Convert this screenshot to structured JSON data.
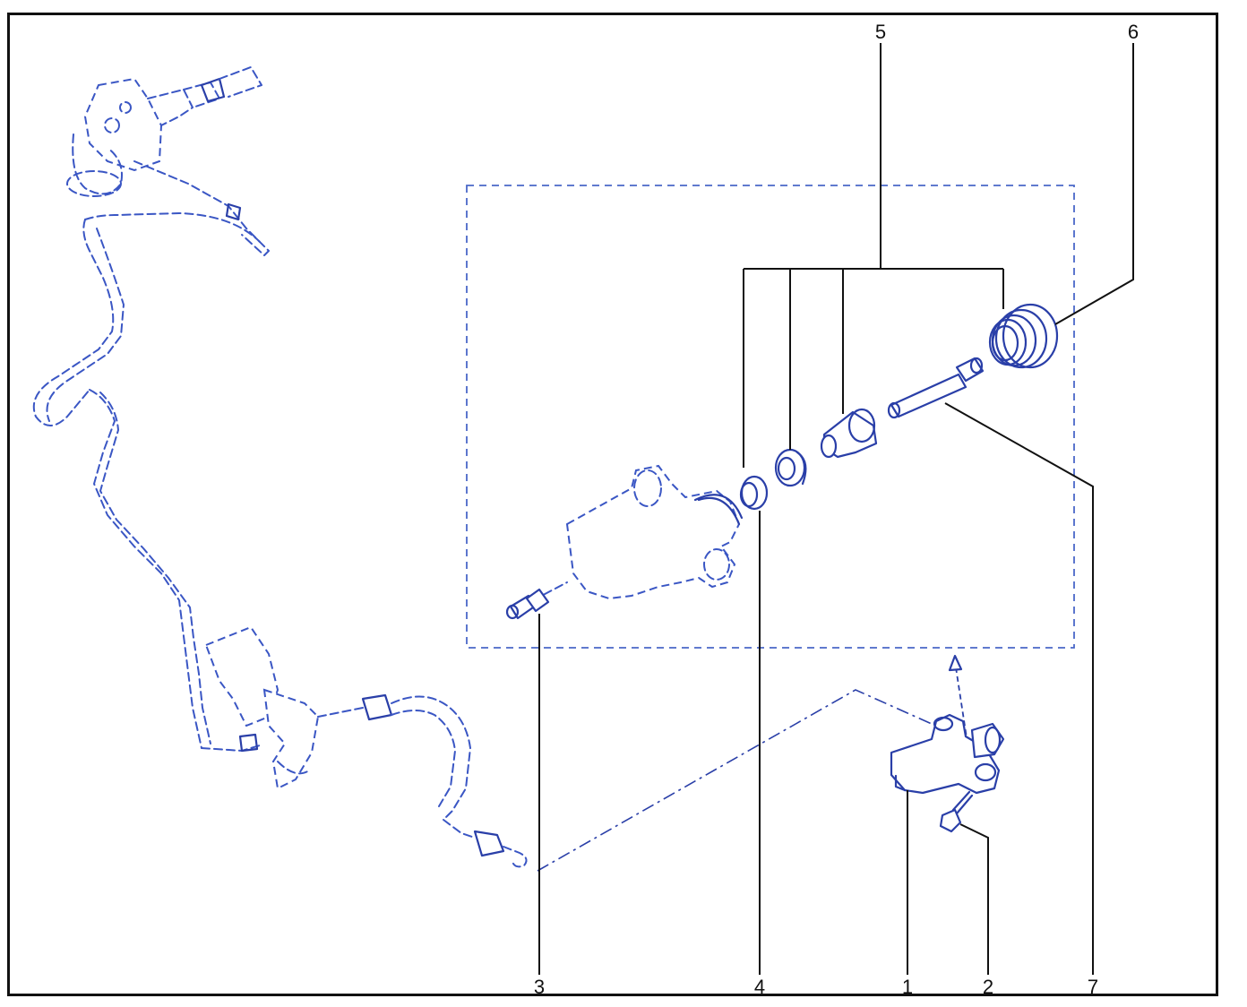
{
  "callouts": [
    {
      "id": "1",
      "label": "1"
    },
    {
      "id": "2",
      "label": "2"
    },
    {
      "id": "3",
      "label": "3"
    },
    {
      "id": "4",
      "label": "4"
    },
    {
      "id": "5",
      "label": "5"
    },
    {
      "id": "6",
      "label": "6"
    },
    {
      "id": "7",
      "label": "7"
    }
  ],
  "colors": {
    "line_art": "#2a3fa8",
    "ghost_art": "#3a56c4",
    "leader": "#111111",
    "frame": "#111111"
  }
}
